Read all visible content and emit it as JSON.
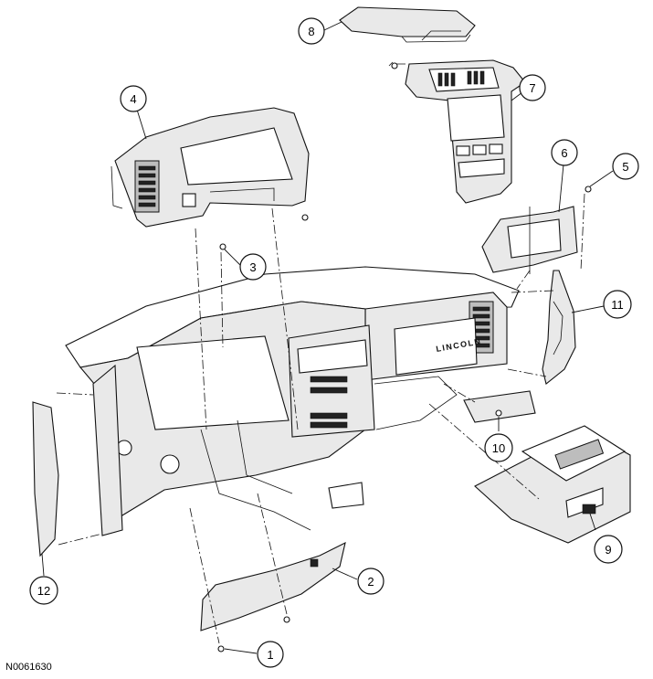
{
  "figure_id": "N0061630",
  "dashboard_logo_text": "LINCOLN",
  "callouts": [
    {
      "id": "1",
      "label": "1"
    },
    {
      "id": "2",
      "label": "2"
    },
    {
      "id": "3",
      "label": "3"
    },
    {
      "id": "4",
      "label": "4"
    },
    {
      "id": "5",
      "label": "5"
    },
    {
      "id": "6",
      "label": "6"
    },
    {
      "id": "7",
      "label": "7"
    },
    {
      "id": "8",
      "label": "8"
    },
    {
      "id": "9",
      "label": "9"
    },
    {
      "id": "10",
      "label": "10"
    },
    {
      "id": "11",
      "label": "11"
    },
    {
      "id": "12",
      "label": "12"
    }
  ]
}
